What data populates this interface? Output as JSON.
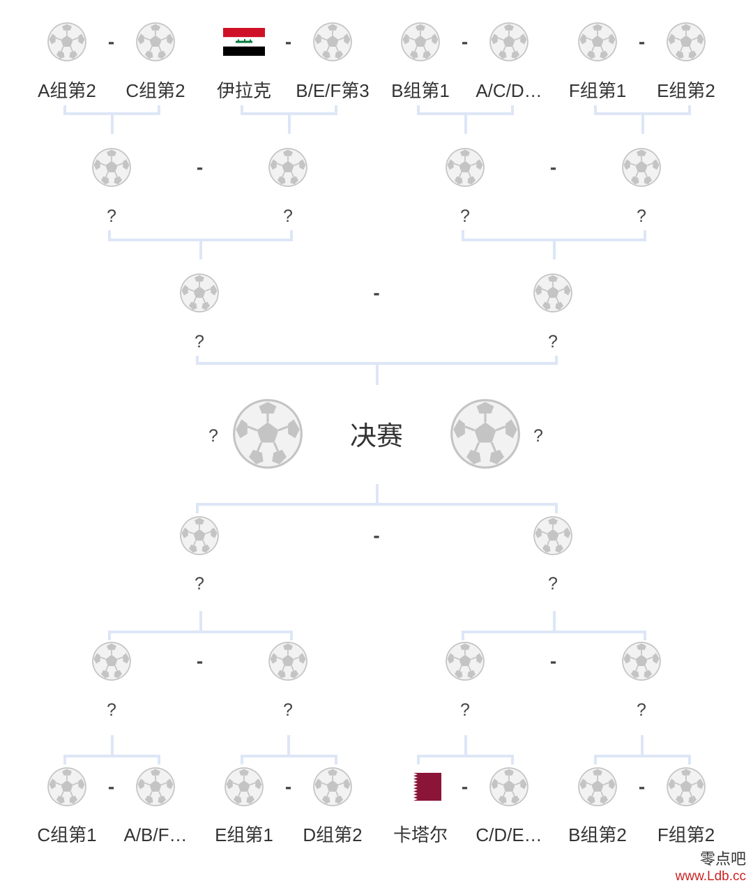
{
  "final": {
    "title": "决赛",
    "left": "?",
    "right": "?"
  },
  "top_matches": [
    {
      "team1": {
        "label": "A组第2",
        "flag": null
      },
      "team2": {
        "label": "C组第2",
        "flag": null
      }
    },
    {
      "team1": {
        "label": "伊拉克",
        "flag": "iraq"
      },
      "team2": {
        "label": "B/E/F第3",
        "flag": null
      }
    },
    {
      "team1": {
        "label": "B组第1",
        "flag": null
      },
      "team2": {
        "label": "A/C/D…",
        "flag": null
      }
    },
    {
      "team1": {
        "label": "F组第1",
        "flag": null
      },
      "team2": {
        "label": "E组第2",
        "flag": null
      }
    }
  ],
  "bottom_matches": [
    {
      "team1": {
        "label": "C组第1",
        "flag": null
      },
      "team2": {
        "label": "A/B/F…",
        "flag": null
      }
    },
    {
      "team1": {
        "label": "E组第1",
        "flag": null
      },
      "team2": {
        "label": "D组第2",
        "flag": null
      }
    },
    {
      "team1": {
        "label": "卡塔尔",
        "flag": "qatar"
      },
      "team2": {
        "label": "C/D/E…",
        "flag": null
      }
    },
    {
      "team1": {
        "label": "B组第2",
        "flag": null
      },
      "team2": {
        "label": "F组第2",
        "flag": null
      }
    }
  ],
  "placeholder": "?",
  "vs": "-",
  "colors": {
    "connector": "#dde6f6",
    "ball": "#c4c4c4",
    "text": "#333333",
    "watermark_url": "#cc2222"
  },
  "icons": {
    "ball": "soccer-ball-icon",
    "iraq": "iraq-flag-icon",
    "qatar": "qatar-flag-icon"
  },
  "watermark": {
    "name": "零点吧",
    "url": "www.Ldb.cc"
  }
}
